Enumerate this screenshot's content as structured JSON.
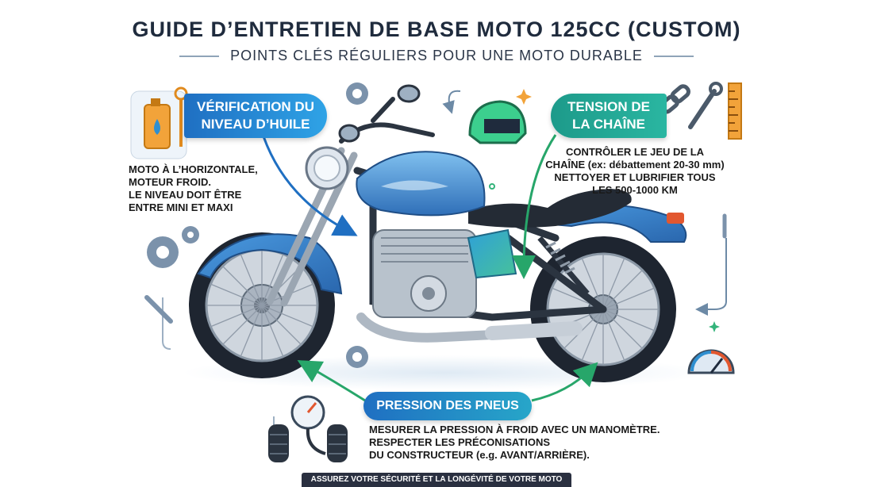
{
  "header": {
    "title": "GUIDE D’ENTRETIEN DE BASE MOTO 125CC (CUSTOM)",
    "subtitle": "POINTS CLÉS RÉGULIERS POUR UNE MOTO DURABLE"
  },
  "oil": {
    "title_line1": "VÉRIFICATION DU",
    "title_line2": "NIVEAU D’HUILE",
    "note_line1": "MOTO À L’HORIZONTALE,",
    "note_line2": "MOTEUR FROID.",
    "note_line3": "LE NIVEAU DOIT ÊTRE",
    "note_line4": "ENTRE MINI ET MAXI"
  },
  "chain": {
    "title_line1": "TENSION DE",
    "title_line2": "LA CHAÎNE",
    "note_line1": "CONTRÔLER LE JEU DE LA",
    "note_line2": "CHAÎNE (ex: débattement 20-30 mm)",
    "note_line3": "NETTOYER ET LUBRIFIER TOUS",
    "note_line4": "LES 500-1000 KM"
  },
  "tires": {
    "title": "PRESSION DES PNEUS",
    "note_line1": "MESURER LA PRESSION À FROID AVEC UN MANOMÈTRE.",
    "note_line2": "RESPECTER LES PRÉCONISATIONS",
    "note_line3": "DU CONSTRUCTEUR (e.g. AVANT/ARRIÈRE)."
  },
  "footer": {
    "text": "ASSUREZ VOTRE SÉCURITÉ ET LA LONGÉVITÉ DE VOTRE MOTO"
  },
  "colors": {
    "blue": "#1f6fc2",
    "teal": "#1d9a8a",
    "tank": "#3b86d6",
    "dark": "#1f2b3d"
  },
  "icons": [
    "oil-bottle-icon",
    "dipstick-icon",
    "helmet-icon",
    "chain-icon",
    "wrench-icon",
    "ruler-icon",
    "gear-icon",
    "speedometer-icon",
    "pressure-gauge-icon",
    "tire-icon",
    "sparkle-icon"
  ]
}
